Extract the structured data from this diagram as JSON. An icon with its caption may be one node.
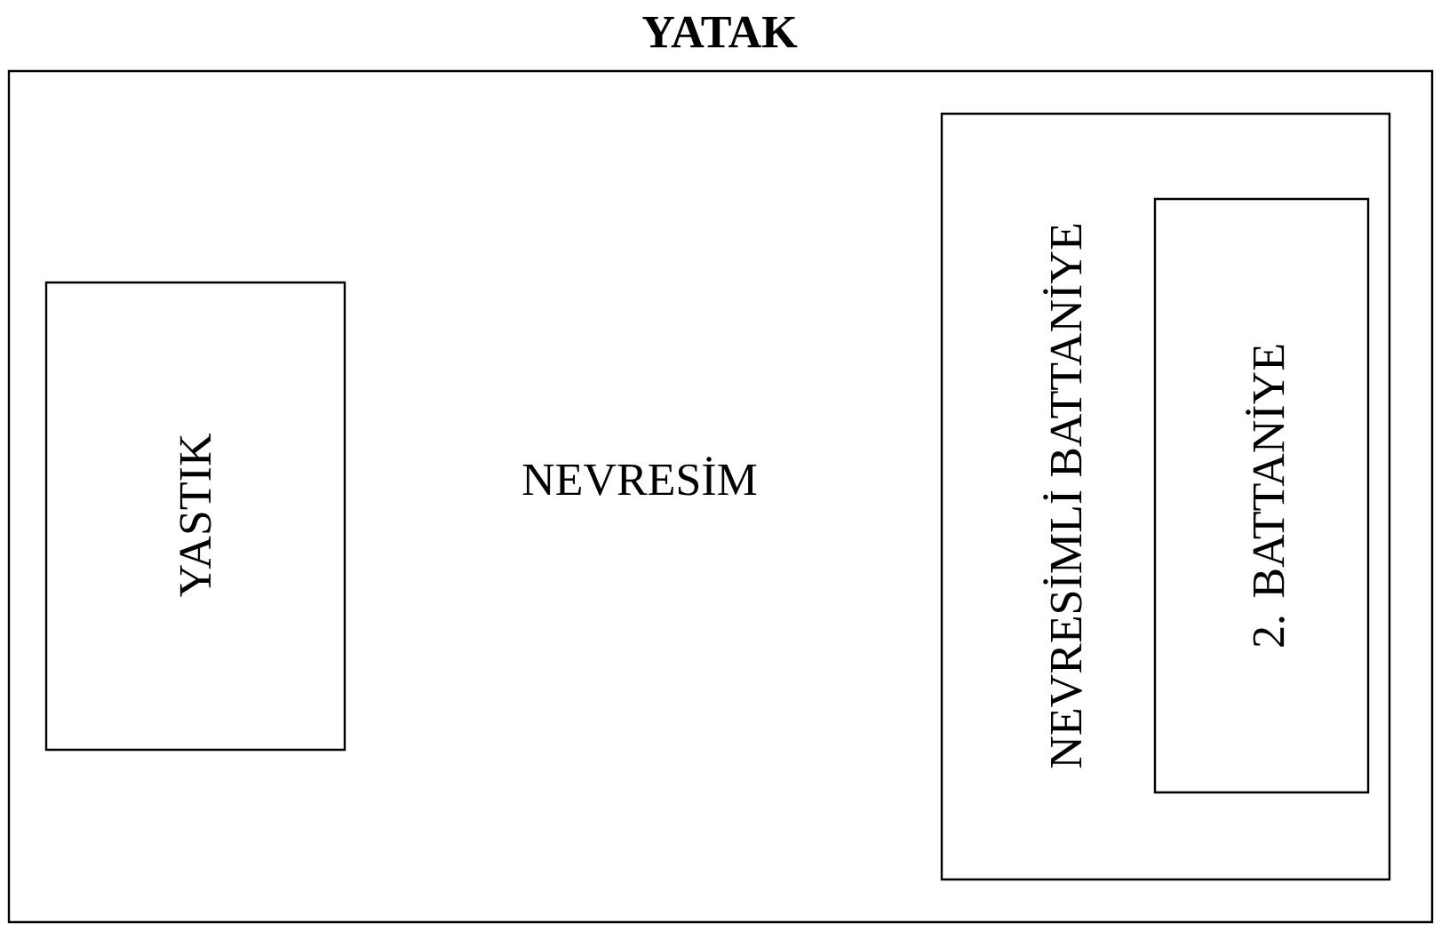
{
  "diagram": {
    "nodes": [
      {
        "text": [
          "YATAK",
          "NEVRESİM"
        ]
      },
      {
        "text": [
          "YASTIK"
        ],
        "in": 0
      },
      {
        "text": [
          "NEVRESİMLİ BATTANİYE"
        ],
        "in": 0
      },
      {
        "text": [
          "2. BATTANİYE"
        ],
        "in": 2
      }
    ]
  }
}
